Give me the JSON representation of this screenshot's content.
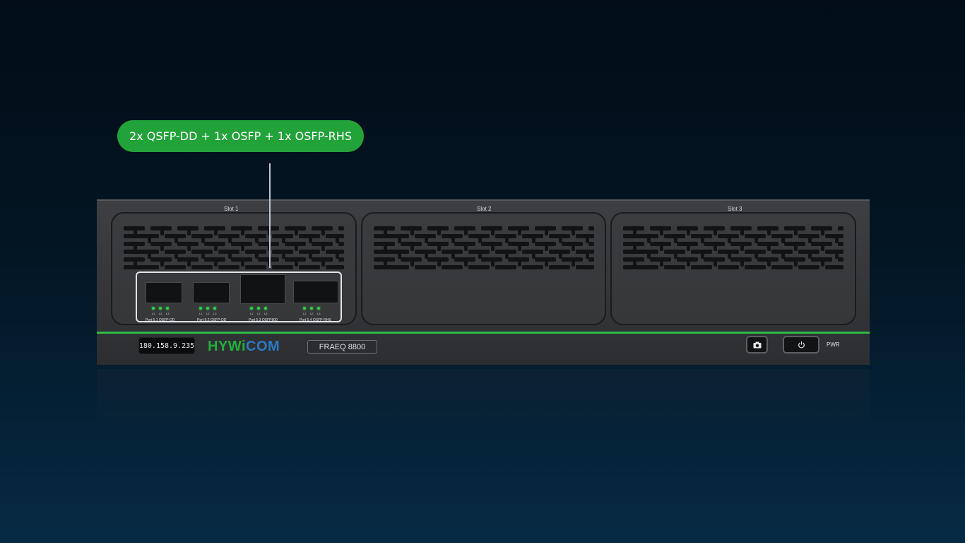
{
  "callout": {
    "text": "2x QSFP-DD + 1x OSFP + 1x OSFP-RHS"
  },
  "slots": [
    {
      "label": "Slot 1"
    },
    {
      "label": "Slot 2"
    },
    {
      "label": "Slot 3"
    }
  ],
  "ports": [
    {
      "caption": "Port 5.1  QSFP-DD",
      "leds": [
        "L1",
        "L2",
        "L3"
      ]
    },
    {
      "caption": "Port 5.2  QSFP-DD",
      "leds": [
        "L1",
        "L2",
        "L3"
      ]
    },
    {
      "caption": "Port 5.3  OSFP800",
      "leds": [
        "L1",
        "L2",
        "L3"
      ]
    },
    {
      "caption": "Port 5.4  OSFP-RHS",
      "leds": [
        "L1",
        "L2",
        "L3"
      ]
    }
  ],
  "front_panel": {
    "ip_address": "180.158.9.235",
    "logo_part1": "HYW",
    "logo_part2": "COM",
    "logo_dot": "i",
    "model": "FRAEQ 8800",
    "power_label": "PWR"
  },
  "icons": {
    "camera": "camera-icon",
    "power": "power-icon"
  },
  "colors": {
    "accent_green": "#22a339",
    "stripe_green": "#2dbb46",
    "logo_blue": "#2f77c4",
    "led_green": "#34d04a"
  }
}
